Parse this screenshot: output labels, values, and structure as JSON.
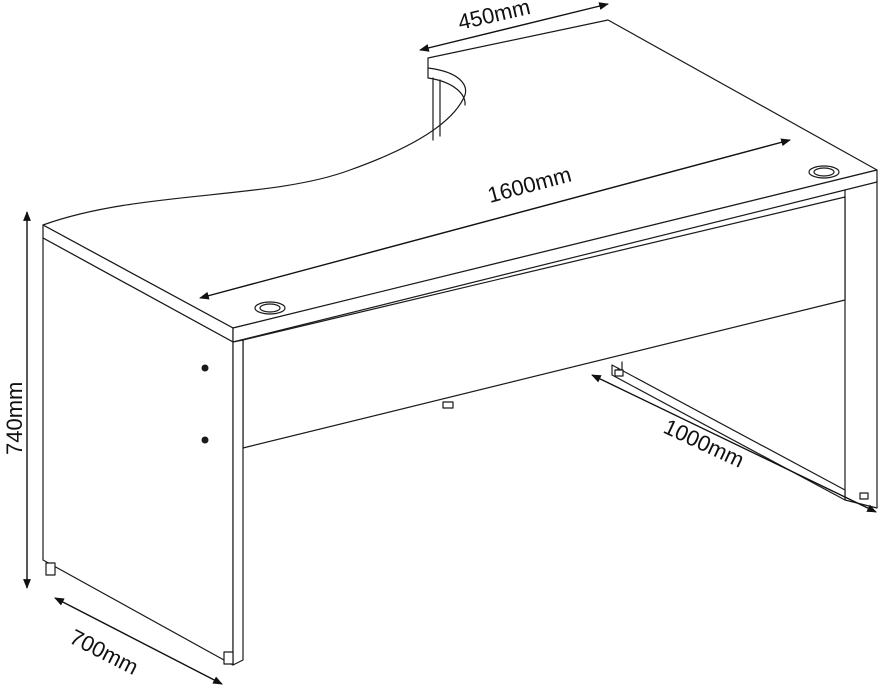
{
  "dimensions": {
    "return_width": "450mm",
    "main_length": "1600mm",
    "height": "740mm",
    "depth": "700mm",
    "return_length": "1000mm"
  }
}
